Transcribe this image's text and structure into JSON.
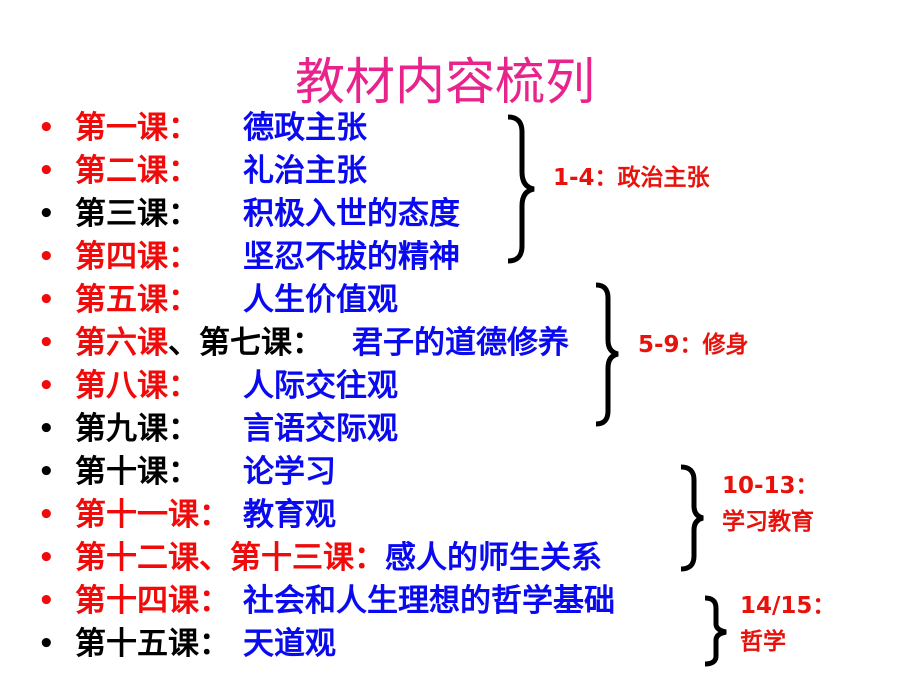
{
  "title": "教材内容梳列",
  "colors": {
    "title": "#e8248c",
    "red": "#f00a0a",
    "black": "#000000",
    "blue": "#0a0af0"
  },
  "rows": [
    {
      "bullet": "red",
      "parts": [
        {
          "text": "第一课：",
          "color": "red"
        }
      ],
      "desc": "德政主张"
    },
    {
      "bullet": "red",
      "parts": [
        {
          "text": "第二课：",
          "color": "red"
        }
      ],
      "desc": "礼治主张"
    },
    {
      "bullet": "black",
      "parts": [
        {
          "text": "第三课：",
          "color": "black"
        }
      ],
      "desc": "积极入世的态度"
    },
    {
      "bullet": "red",
      "parts": [
        {
          "text": "第四课：",
          "color": "red"
        }
      ],
      "desc": "坚忍不拔的精神"
    },
    {
      "bullet": "red",
      "parts": [
        {
          "text": "第五课：",
          "color": "red"
        }
      ],
      "desc": "人生价值观"
    },
    {
      "bullet": "red",
      "parts": [
        {
          "text": "第六课",
          "color": "red"
        },
        {
          "text": "、第七课：",
          "color": "black"
        }
      ],
      "desc": "君子的道德修养",
      "wide": true
    },
    {
      "bullet": "red",
      "parts": [
        {
          "text": "第八课：",
          "color": "red"
        }
      ],
      "desc": "人际交往观"
    },
    {
      "bullet": "black",
      "parts": [
        {
          "text": "第九课：",
          "color": "black"
        }
      ],
      "desc": "言语交际观"
    },
    {
      "bullet": "black",
      "parts": [
        {
          "text": "第十课：",
          "color": "black"
        }
      ],
      "desc": "论学习"
    },
    {
      "bullet": "red",
      "parts": [
        {
          "text": "第十一课：",
          "color": "red"
        }
      ],
      "desc": "教育观"
    },
    {
      "bullet": "red",
      "parts": [
        {
          "text": "第十二课、第十三课：",
          "color": "red"
        }
      ],
      "desc": "感人的师生关系",
      "inline": true
    },
    {
      "bullet": "red",
      "parts": [
        {
          "text": "第十四课：",
          "color": "red"
        }
      ],
      "desc": "社会和人生理想的哲学基础"
    },
    {
      "bullet": "black",
      "parts": [
        {
          "text": "第十五课：",
          "color": "black"
        }
      ],
      "desc": "天道观"
    }
  ],
  "groups": [
    {
      "lines": [
        "1-4：政治主张"
      ]
    },
    {
      "lines": [
        "5-9：修身"
      ]
    },
    {
      "lines": [
        "10-13：",
        "学习教育"
      ]
    },
    {
      "lines": [
        "14/15：",
        "哲学"
      ]
    }
  ]
}
